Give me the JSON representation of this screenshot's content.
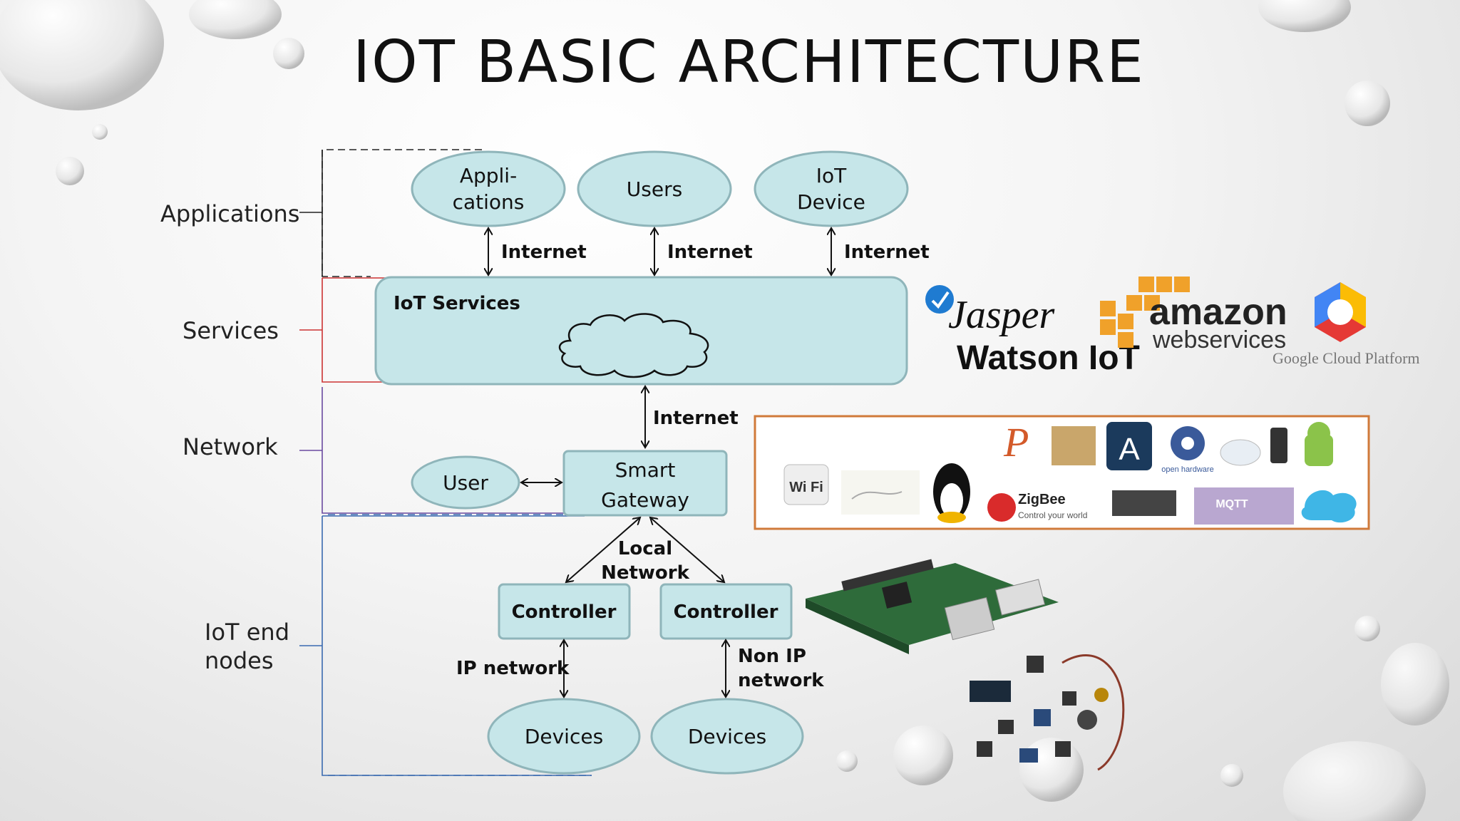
{
  "title": "IOT BASIC ARCHITECTURE",
  "layers": {
    "applications": "Applications",
    "services": "Services",
    "network": "Network",
    "end_nodes_line1": "IoT end",
    "end_nodes_line2": "nodes"
  },
  "apps": {
    "applications_line1": "Appli-",
    "applications_line2": "cations",
    "users": "Users",
    "iot_device_line1": "IoT",
    "iot_device_line2": "Device"
  },
  "links": {
    "internet": "Internet",
    "local_network_line1": "Local",
    "local_network_line2": "Network",
    "ip_network": "IP network",
    "non_ip_line1": "Non IP",
    "non_ip_line2": "network"
  },
  "services_box": "IoT Services",
  "gateway": {
    "line1": "Smart",
    "line2": "Gateway"
  },
  "user": "User",
  "controller": "Controller",
  "devices": "Devices",
  "logos": {
    "jasper": "Jasper",
    "watson": "Watson IoT",
    "amazon_1": "amazon",
    "amazon_2": "webservices",
    "google": "Google Cloud Platform",
    "zigbee": "ZigBee",
    "zigbee_sub": "Control your world",
    "wifi": "Wi Fi",
    "mqtt": "MQTT",
    "open_hardware": "open hardware"
  },
  "colors": {
    "shape_fill": "#c6e6e9",
    "shape_stroke": "#8fb5ba",
    "frame_orange": "#d07a3a"
  }
}
